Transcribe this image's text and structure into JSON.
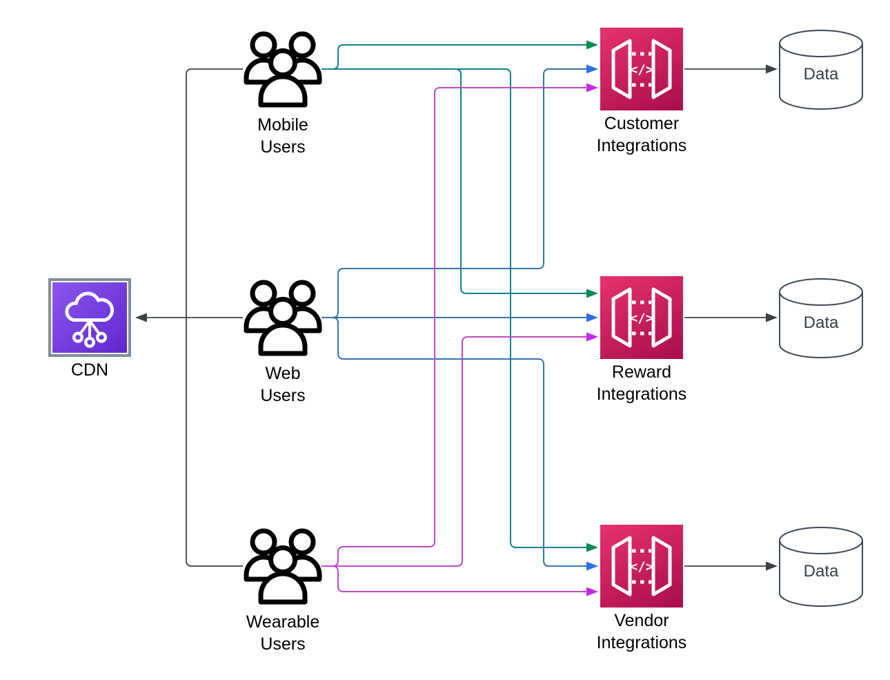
{
  "title": "CDN and integrations architecture diagram",
  "colors": {
    "teal": "#12808c",
    "teal-head": "#068a52",
    "blue": "#3674b0",
    "blue-head": "#2e6fe8",
    "magenta": "#bd49c4",
    "magenta-head": "#c128f0",
    "line": "#3b4045",
    "db": "#3e4852",
    "db-text": "#343e48",
    "pink-a": "#e6336e",
    "pink-b": "#a90d4c",
    "purple-a": "#8c57ee",
    "purple-b": "#5f28cf",
    "label": "#000000"
  },
  "nodes": {
    "cdn": {
      "label": "CDN"
    },
    "mobile_users": {
      "line1": "Mobile",
      "line2": "Users"
    },
    "web_users": {
      "line1": "Web",
      "line2": "Users"
    },
    "wearable_users": {
      "line1": "Wearable",
      "line2": "Users"
    },
    "customer_integrations": {
      "line1": "Customer",
      "line2": "Integrations"
    },
    "reward_integrations": {
      "line1": "Reward",
      "line2": "Integrations"
    },
    "vendor_integrations": {
      "line1": "Vendor",
      "line2": "Integrations"
    },
    "data_stores": [
      {
        "label": "Data"
      },
      {
        "label": "Data"
      },
      {
        "label": "Data"
      }
    ]
  },
  "edges": [
    {
      "from": "Mobile Users",
      "to": "CDN",
      "color": "gray"
    },
    {
      "from": "Web Users",
      "to": "CDN",
      "color": "gray"
    },
    {
      "from": "Wearable Users",
      "to": "CDN",
      "color": "gray"
    },
    {
      "from": "Mobile Users",
      "to": "Customer Integrations",
      "color": "teal"
    },
    {
      "from": "Mobile Users",
      "to": "Reward Integrations",
      "color": "teal"
    },
    {
      "from": "Mobile Users",
      "to": "Vendor Integrations",
      "color": "teal"
    },
    {
      "from": "Web Users",
      "to": "Customer Integrations",
      "color": "blue"
    },
    {
      "from": "Web Users",
      "to": "Reward Integrations",
      "color": "blue"
    },
    {
      "from": "Web Users",
      "to": "Vendor Integrations",
      "color": "blue"
    },
    {
      "from": "Wearable Users",
      "to": "Customer Integrations",
      "color": "magenta"
    },
    {
      "from": "Wearable Users",
      "to": "Reward Integrations",
      "color": "magenta"
    },
    {
      "from": "Wearable Users",
      "to": "Vendor Integrations",
      "color": "magenta"
    },
    {
      "from": "Customer Integrations",
      "to": "Data",
      "color": "gray"
    },
    {
      "from": "Reward Integrations",
      "to": "Data",
      "color": "gray"
    },
    {
      "from": "Vendor Integrations",
      "to": "Data",
      "color": "gray"
    }
  ]
}
